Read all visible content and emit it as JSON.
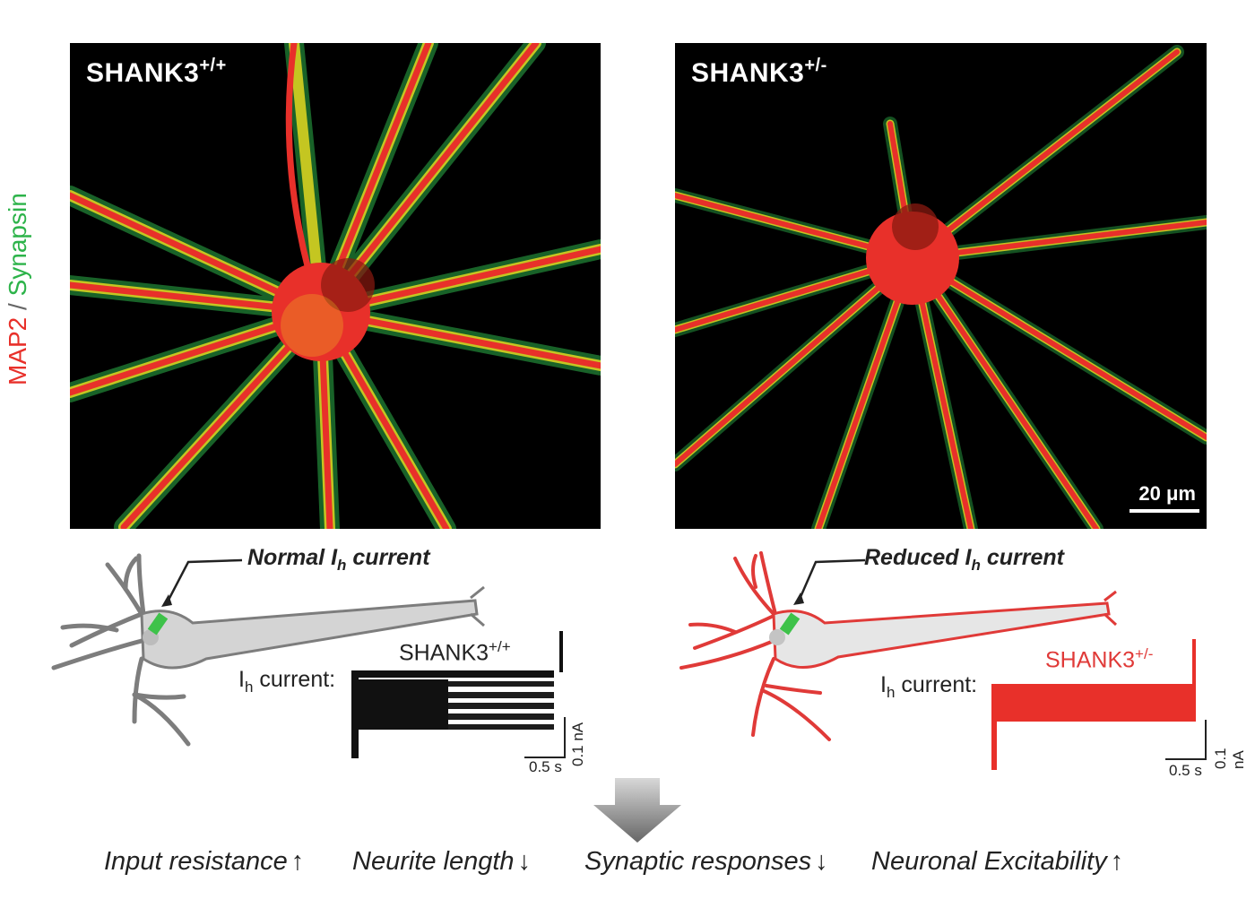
{
  "panels": {
    "left_label": "SHANK3",
    "left_sup": "+/+",
    "right_label": "SHANK3",
    "right_sup": "+/-",
    "scale_bar": "20 μm"
  },
  "y_label": {
    "part1": "MAP2",
    "separator": " / ",
    "part2": "Synapsin"
  },
  "colors": {
    "map2": "#e8302a",
    "synapsin": "#2db34a",
    "overlap": "#f0e020",
    "wt_neuron": "#7d7d7d",
    "mut_neuron": "#e03a38",
    "channel": "#3ec24a"
  },
  "callouts": {
    "left_prefix": "Normal ",
    "left_ih": "I",
    "left_sub": "h",
    "left_suffix": " current",
    "right_prefix": "Reduced ",
    "right_ih": "I",
    "right_sub": "h",
    "right_suffix": " current"
  },
  "traces": {
    "ih_label_main": "I",
    "ih_label_sub": "h",
    "ih_label_rest": " current:",
    "left_title": "SHANK3",
    "left_sup": "+/+",
    "right_title": "SHANK3",
    "right_sup": "+/-",
    "time_scale": "0.5 s",
    "current_scale": "0.1 nA"
  },
  "effects": [
    {
      "label": "Input resistance",
      "arrow": "↑"
    },
    {
      "label": "Neurite length",
      "arrow": "↓"
    },
    {
      "label": "Synaptic responses",
      "arrow": "↓"
    },
    {
      "label": "Neuronal Excitability",
      "arrow": "↑"
    }
  ]
}
